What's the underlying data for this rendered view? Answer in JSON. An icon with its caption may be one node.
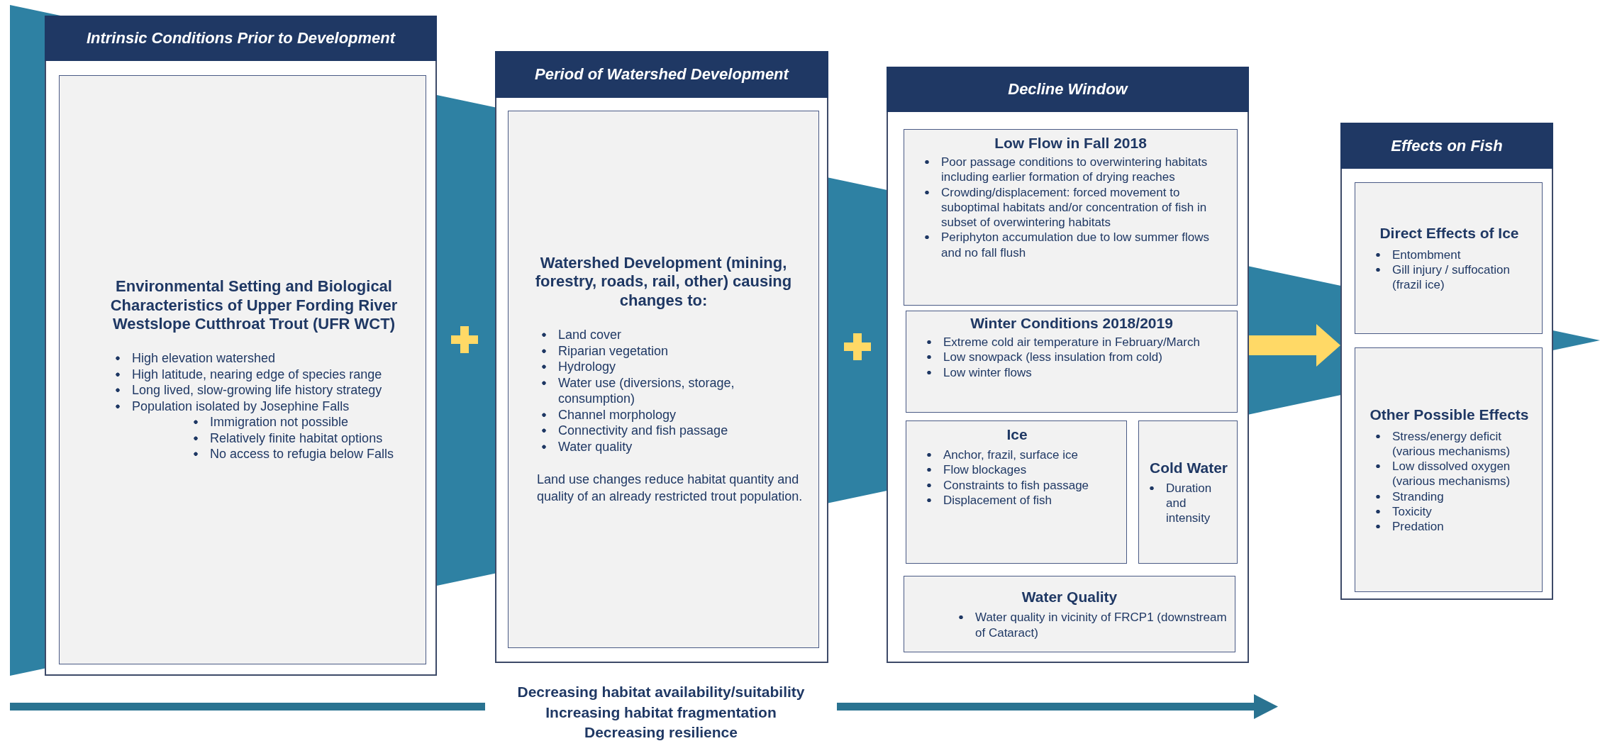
{
  "diagram": {
    "nodes": [
      {
        "text": [
          "Intrinsic Conditions Prior to Development"
        ]
      },
      {
        "text": [
          "Environmental Setting and Biological Characteristics of Upper Fording River Westslope Cutthroat Trout (UFR WCT)",
          "High elevation watershed",
          "High latitude, nearing edge of species range",
          "Long lived, slow-growing life history strategy",
          "Population isolated by Josephine Falls",
          "Immigration not possible",
          "Relatively finite habitat options",
          "No access to refugia below Falls"
        ],
        "in": 0
      },
      {
        "text": [
          "Period of Watershed Development"
        ]
      },
      {
        "text": [
          "Watershed Development (mining, forestry, roads, rail, other) causing changes to:",
          "Land cover",
          "Riparian vegetation",
          "Hydrology",
          "Water use (diversions, storage, consumption)",
          "Channel morphology",
          "Connectivity and fish passage",
          "Water quality",
          "Land use changes reduce habitat quantity and quality of an already restricted trout population."
        ],
        "in": 2
      },
      {
        "text": [
          "Decline Window"
        ]
      },
      {
        "text": [
          "Low Flow in Fall 2018",
          "Poor passage conditions to overwintering habitats including earlier formation of drying reaches",
          "Crowding/displacement: forced movement to suboptimal habitats and/or concentration of fish in subset of overwintering habitats",
          "Periphyton accumulation due to low summer flows and no fall flush"
        ],
        "in": 4
      },
      {
        "text": [
          "Winter Conditions 2018/2019",
          "Extreme cold air temperature in February/March",
          "Low snowpack (less insulation from cold)",
          "Low winter flows"
        ],
        "in": 4
      },
      {
        "text": [
          "Ice",
          "Anchor, frazil, surface ice",
          "Flow blockages",
          "Constraints to fish passage",
          "Displacement of fish"
        ],
        "in": 4
      },
      {
        "text": [
          "Cold Water",
          "Duration and intensity"
        ],
        "in": 4
      },
      {
        "text": [
          "Water Quality",
          "Water quality in vicinity of FRCP1 (downstream of Cataract)"
        ],
        "in": 4
      },
      {
        "text": [
          "Effects on Fish"
        ]
      },
      {
        "text": [
          "Direct Effects of Ice",
          "Entombment",
          "Gill injury / suffocation (frazil ice)"
        ],
        "in": 10
      },
      {
        "text": [
          "Other Possible Effects",
          "Stress/energy deficit (various mechanisms)",
          "Low dissolved oxygen (various mechanisms)",
          "Stranding",
          "Toxicity",
          "Predation"
        ],
        "in": 10
      }
    ],
    "edges": [
      {
        "from": 4,
        "to": 10,
        "arrow": "to",
        "style": "thick"
      }
    ],
    "labels": [
      "Decreasing habitat availability/suitability",
      "Increasing habitat fragmentation",
      "Decreasing resilience"
    ]
  }
}
